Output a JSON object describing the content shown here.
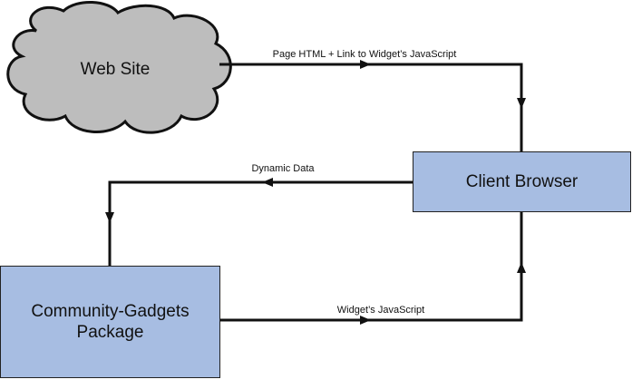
{
  "nodes": {
    "web_site": "Web Site",
    "client_browser": "Client Browser",
    "community_gadgets": "Community-Gadgets\nPackage"
  },
  "edges": {
    "web_to_client": "Page HTML + Link to Widget’s JavaScript",
    "client_to_package": "Dynamic Data",
    "package_to_client": "Widget’s JavaScript"
  },
  "colors": {
    "cloud_fill": "#bdbdbd",
    "box_fill": "#a7bde2",
    "line": "#111111"
  }
}
